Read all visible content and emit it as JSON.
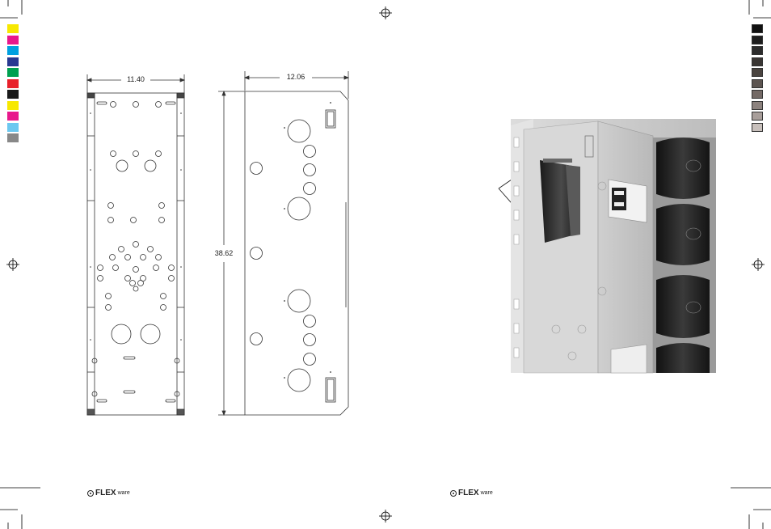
{
  "drawing": {
    "front_width": "11.40",
    "side_width": "12.06",
    "height": "38.62"
  },
  "footer": {
    "brand_left": "FLEX",
    "brand_left_sub": "ware",
    "brand_right": "FLEX",
    "brand_right_sub": "ware"
  },
  "color_bar": {
    "left": [
      "#f7e800",
      "#e8188c",
      "#00a0e0",
      "#283891",
      "#00a050",
      "#e8202a",
      "#1a1a1a",
      "#f7e800",
      "#e8188c",
      "#6cc8f0",
      "#888888"
    ],
    "right": [
      "#111111",
      "#1e1e1e",
      "#2c2c2c",
      "#3a3634",
      "#4a4440",
      "#5c5450",
      "#746a66",
      "#8c827e",
      "#a89e9a",
      "#c8c0bc"
    ]
  }
}
